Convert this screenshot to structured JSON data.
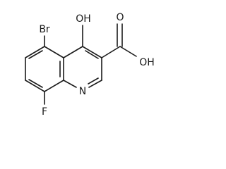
{
  "structure": {
    "labels": {
      "br": "Br",
      "oh_ring": "OH",
      "o_carbonyl": "O",
      "oh_acid": "OH",
      "f": "F",
      "n": "N"
    }
  }
}
